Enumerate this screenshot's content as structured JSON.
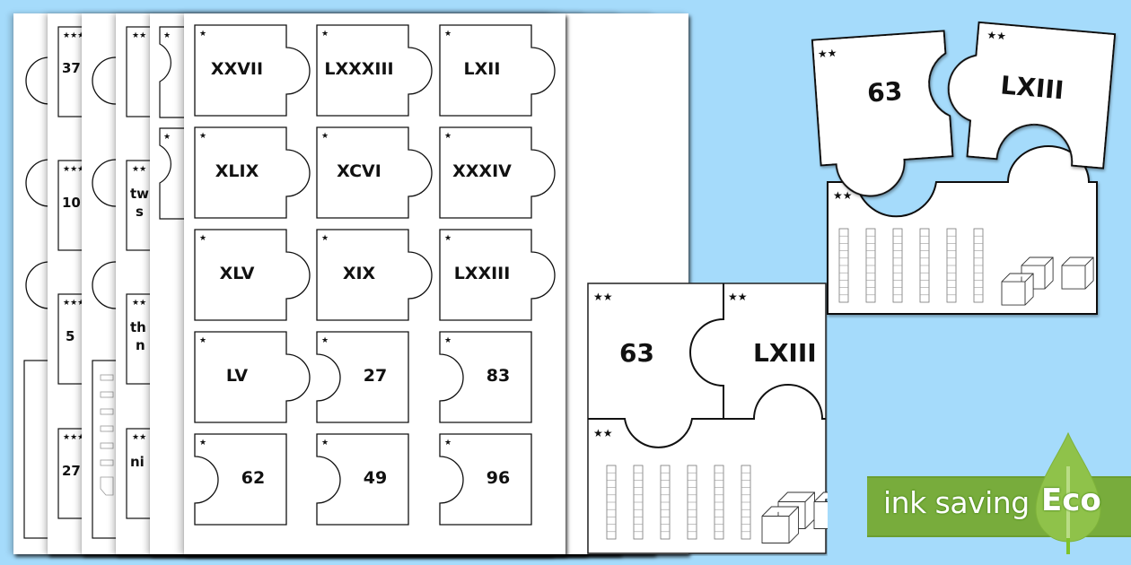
{
  "background_color": "#a5dbfb",
  "main_sheet": {
    "difficulty_stars": "★",
    "rows": [
      [
        "XXVII",
        "LXXXIII",
        "LXII"
      ],
      [
        "XLIX",
        "XCVI",
        "XXXIV"
      ],
      [
        "XLV",
        "XIX",
        "LXXIII"
      ],
      [
        "LV",
        "27",
        "83"
      ],
      [
        "62",
        "49",
        "96"
      ]
    ]
  },
  "back_sheets": {
    "sheet2_three_star_labels": [
      "37",
      "10",
      "5",
      "27"
    ],
    "sheet4_two_star_labels": [
      "tw",
      "s",
      "th",
      "n",
      "ni"
    ],
    "star_markers": {
      "one": "★",
      "two": "★★",
      "three": "★★★"
    }
  },
  "example_puzzle_top": {
    "number_piece": "63",
    "roman_piece": "LXIII",
    "stars": "★★",
    "tens_rods": 6,
    "unit_cubes": 3
  },
  "example_puzzle_bottom": {
    "number_piece": "63",
    "roman_piece": "LXIII",
    "stars": "★★",
    "tens_rods": 6,
    "unit_cubes": 3
  },
  "eco_badge": {
    "text": "ink saving",
    "label": "Eco",
    "bar_color": "#78ac3c",
    "leaf_color": "#8fc24a"
  }
}
